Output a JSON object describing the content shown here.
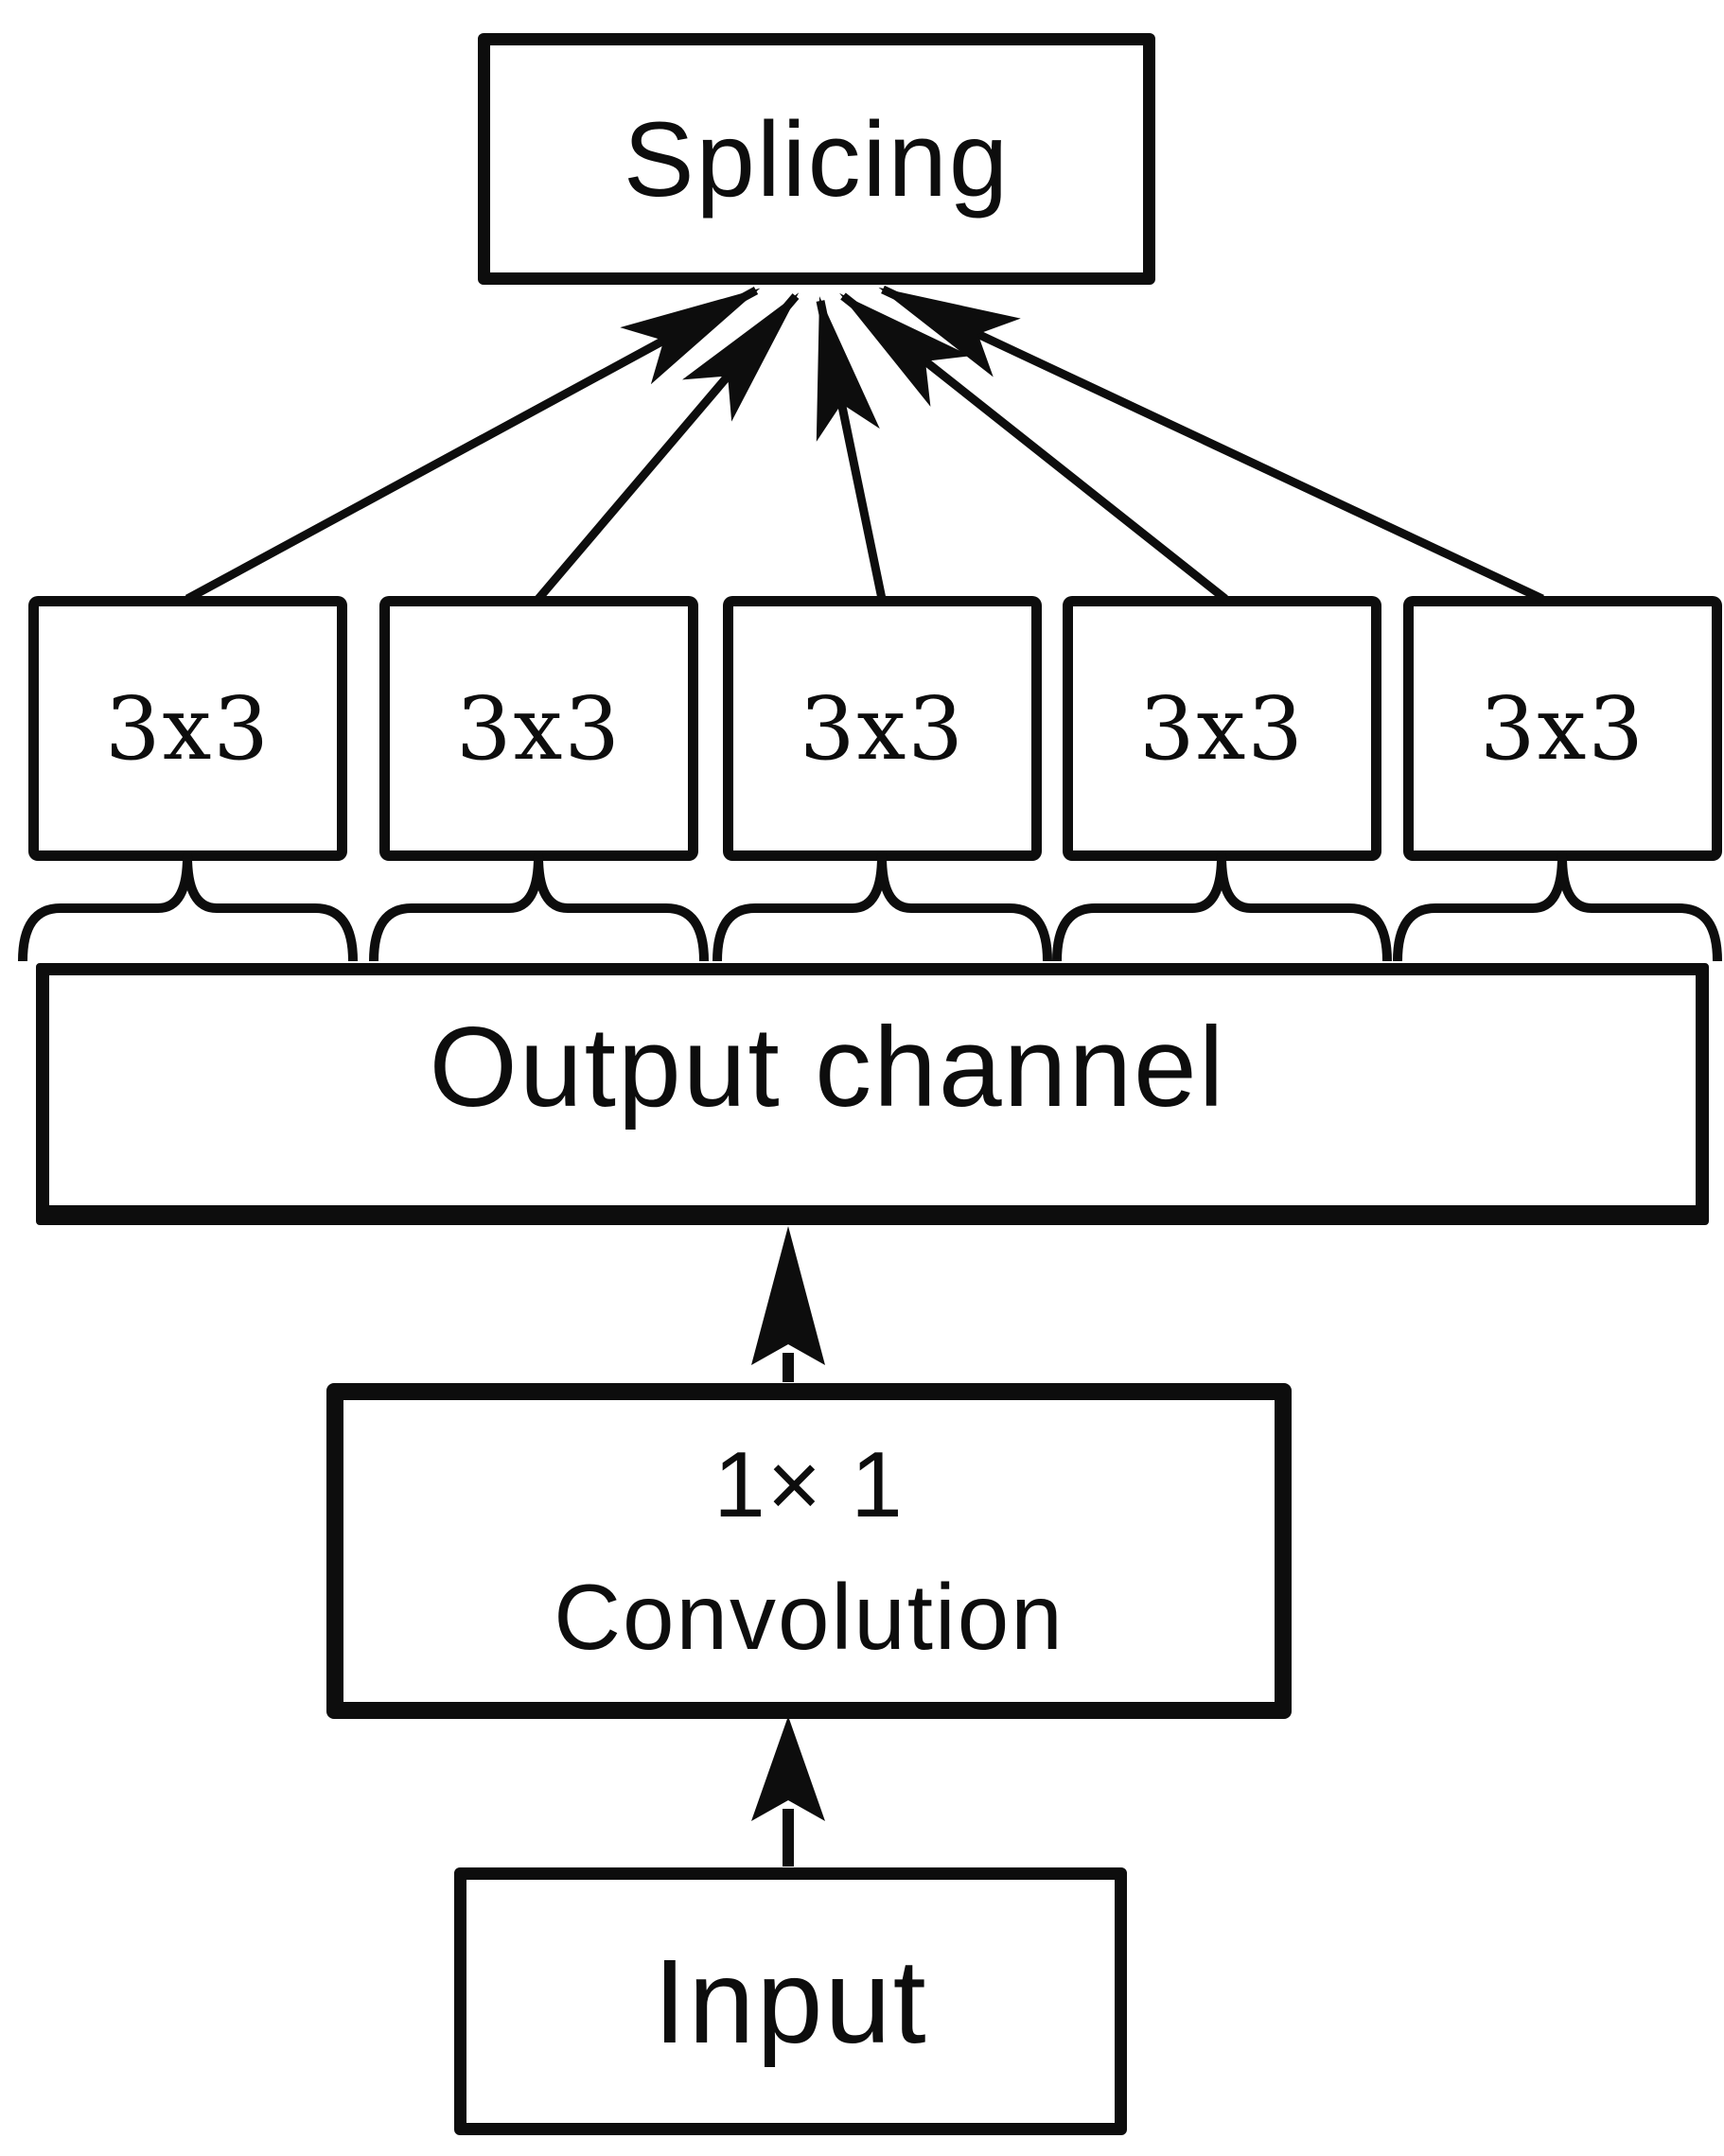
{
  "colors": {
    "ink": "#0d0d0d",
    "background": "#ffffff"
  },
  "diagram": {
    "splicing_label": "Splicing",
    "kernel_labels": [
      "3x3",
      "3x3",
      "3x3",
      "3x3",
      "3x3"
    ],
    "output_channel_label": "Output channel",
    "convolution": {
      "line1": "1× 1",
      "line2": "Convolution"
    },
    "input_label": "Input"
  }
}
